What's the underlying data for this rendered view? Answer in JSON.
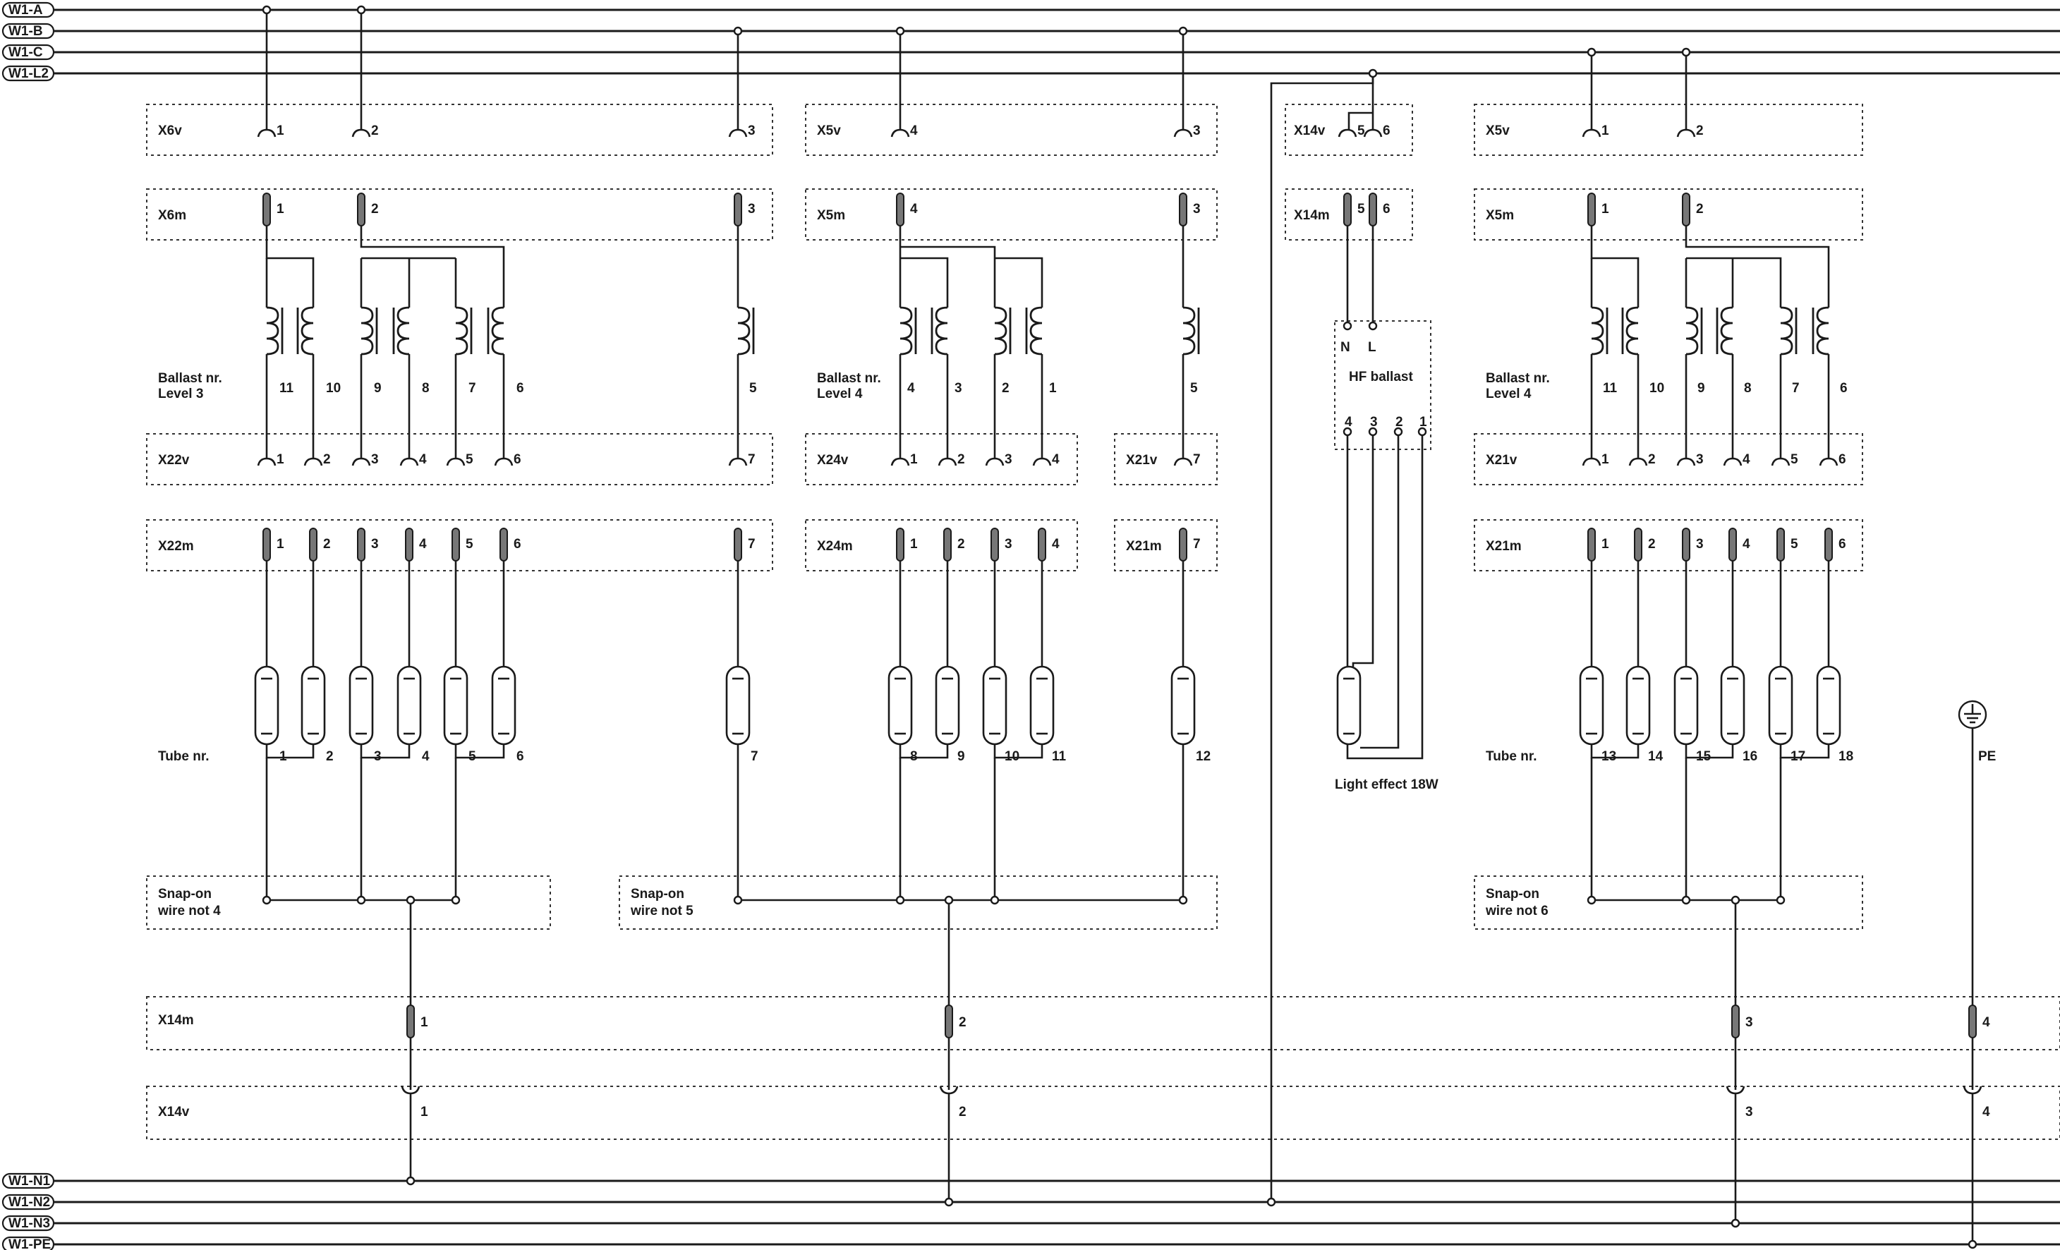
{
  "buses_top": [
    "W1-A",
    "W1-B",
    "W1-C",
    "W1-L2"
  ],
  "buses_bottom": [
    "W1-N1",
    "W1-N2",
    "W1-N3",
    "W1-PE"
  ],
  "blocks": {
    "x6v": "X6v",
    "x6m": "X6m",
    "x22v": "X22v",
    "x22m": "X22m",
    "x5v_a": "X5v",
    "x5m_a": "X5m",
    "x24v": "X24v",
    "x24m": "X24m",
    "x21v_a": "X21v",
    "x21m_a": "X21m",
    "x14v_top": "X14v",
    "x14m_top": "X14m",
    "x5v_b": "X5v",
    "x5m_b": "X5m",
    "x21v_b": "X21v",
    "x21m_b": "X21m",
    "x14m": "X14m",
    "x14v": "X14v"
  },
  "ballast_label_1": "Ballast nr.",
  "level_3": "Level 3",
  "ballast_label_2": "Ballast nr.",
  "level_4a": "Level 4",
  "ballast_label_3": "Ballast nr.",
  "level_4b": "Level 4",
  "hf_ballast": "HF ballast",
  "hf_n": "N",
  "hf_l": "L",
  "tube_label_1": "Tube nr.",
  "tube_label_2": "Tube nr.",
  "light_effect": "Light effect 18W",
  "pe": "PE",
  "snap": {
    "s1a": "Snap-on",
    "s1b": "wire not 4",
    "s2a": "Snap-on",
    "s2b": "wire not 5",
    "s3a": "Snap-on",
    "s3b": "wire not 6"
  },
  "groupA": {
    "ballasts": [
      "11",
      "10",
      "9",
      "8",
      "7",
      "6",
      "5"
    ],
    "tubes": [
      "1",
      "2",
      "3",
      "4",
      "5",
      "6",
      "7"
    ]
  },
  "groupB": {
    "ballasts": [
      "4",
      "3",
      "2",
      "1",
      "5"
    ],
    "tubes": [
      "8",
      "9",
      "10",
      "11",
      "12"
    ]
  },
  "groupC": {
    "ballasts": [
      "11",
      "10",
      "9",
      "8",
      "7",
      "6"
    ],
    "tubes": [
      "13",
      "14",
      "15",
      "16",
      "17",
      "18"
    ]
  },
  "pins": {
    "x6v": [
      "1",
      "2",
      "3"
    ],
    "x6m": [
      "1",
      "2",
      "3"
    ],
    "x22v": [
      "1",
      "2",
      "3",
      "4",
      "5",
      "6",
      "7"
    ],
    "x22m": [
      "1",
      "2",
      "3",
      "4",
      "5",
      "6",
      "7"
    ],
    "x5v_a": [
      "4",
      "3"
    ],
    "x5m_a": [
      "4",
      "3"
    ],
    "x24v": [
      "1",
      "2",
      "3",
      "4"
    ],
    "x24m": [
      "1",
      "2",
      "3",
      "4"
    ],
    "x21v_a": [
      "7"
    ],
    "x21m_a": [
      "7"
    ],
    "x14v_top": [
      "5",
      "6"
    ],
    "x14m_top": [
      "5",
      "6"
    ],
    "hf_out": [
      "4",
      "3",
      "2",
      "1"
    ],
    "x5v_b": [
      "1",
      "2"
    ],
    "x5m_b": [
      "1",
      "2"
    ],
    "x21v_b": [
      "1",
      "2",
      "3",
      "4",
      "5",
      "6"
    ],
    "x21m_b": [
      "1",
      "2",
      "3",
      "4",
      "5",
      "6"
    ],
    "x14m": [
      "1",
      "2",
      "3",
      "4"
    ],
    "x14v": [
      "1",
      "2",
      "3",
      "4"
    ]
  }
}
